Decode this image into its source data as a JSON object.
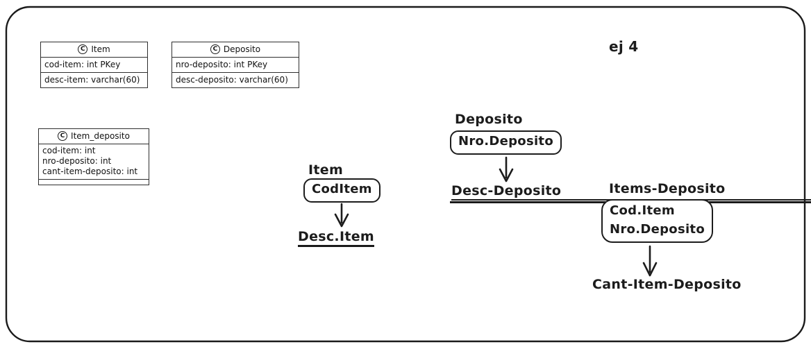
{
  "annotation": {
    "label": "ej 4"
  },
  "colors": {
    "ink": "#1a1a1a",
    "box_border": "#2e2e2e",
    "background": "#ffffff"
  },
  "classes": {
    "item": {
      "icon": "C",
      "name": "Item",
      "row1": "cod-item: int PKey",
      "row2": "desc-item: varchar(60)"
    },
    "deposito": {
      "icon": "C",
      "name": "Deposito",
      "row1": "nro-deposito: int PKey",
      "row2": "desc-deposito: varchar(60)"
    },
    "item_deposito": {
      "icon": "C",
      "name": "Item_deposito",
      "attr1": "cod-item: int",
      "attr2": "nro-deposito: int",
      "attr3": "cant-item-deposito: int"
    }
  },
  "dependencies": {
    "item": {
      "title": "Item",
      "key1": "CodItem",
      "dependent": "Desc.Item"
    },
    "deposito": {
      "title": "Deposito",
      "key1": "Nro.Deposito",
      "dependent": "Desc-Deposito"
    },
    "items_deposito": {
      "title": "Items-Deposito",
      "key1": "Cod.Item",
      "key2": "Nro.Deposito",
      "dependent": "Cant-Item-Deposito"
    }
  }
}
